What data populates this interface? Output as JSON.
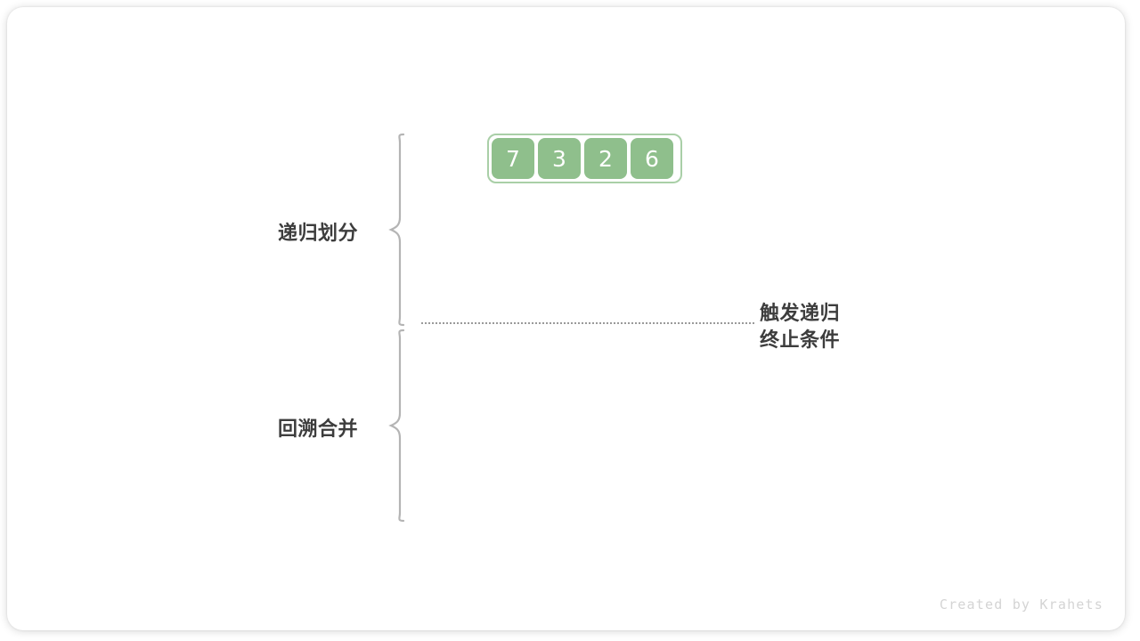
{
  "figure": {
    "title_caption": "",
    "watermark": "Created by Krahets",
    "colors": {
      "cell_fill": "#8fbf8c",
      "cell_border": "#a9cfa7",
      "cell_text": "#ffffff",
      "label_text": "#3d3d3d",
      "brace_stroke": "#b4b4b4",
      "dotted_line": "#9a9a9a",
      "watermark_text": "#d4d4d4",
      "card_background": "#ffffff"
    }
  },
  "array": {
    "name": "input-array",
    "values": [
      "7",
      "3",
      "2",
      "6"
    ]
  },
  "labels": {
    "divide": "递归划分",
    "merge": "回溯合并",
    "base_case_line1": "触发递归",
    "base_case_line2": "终止条件"
  },
  "braces": {
    "divide_brace": "curly-brace-left-pointing",
    "merge_brace": "curly-brace-left-pointing"
  },
  "divider": {
    "style": "dotted",
    "meaning": "recursion-termination-boundary"
  }
}
